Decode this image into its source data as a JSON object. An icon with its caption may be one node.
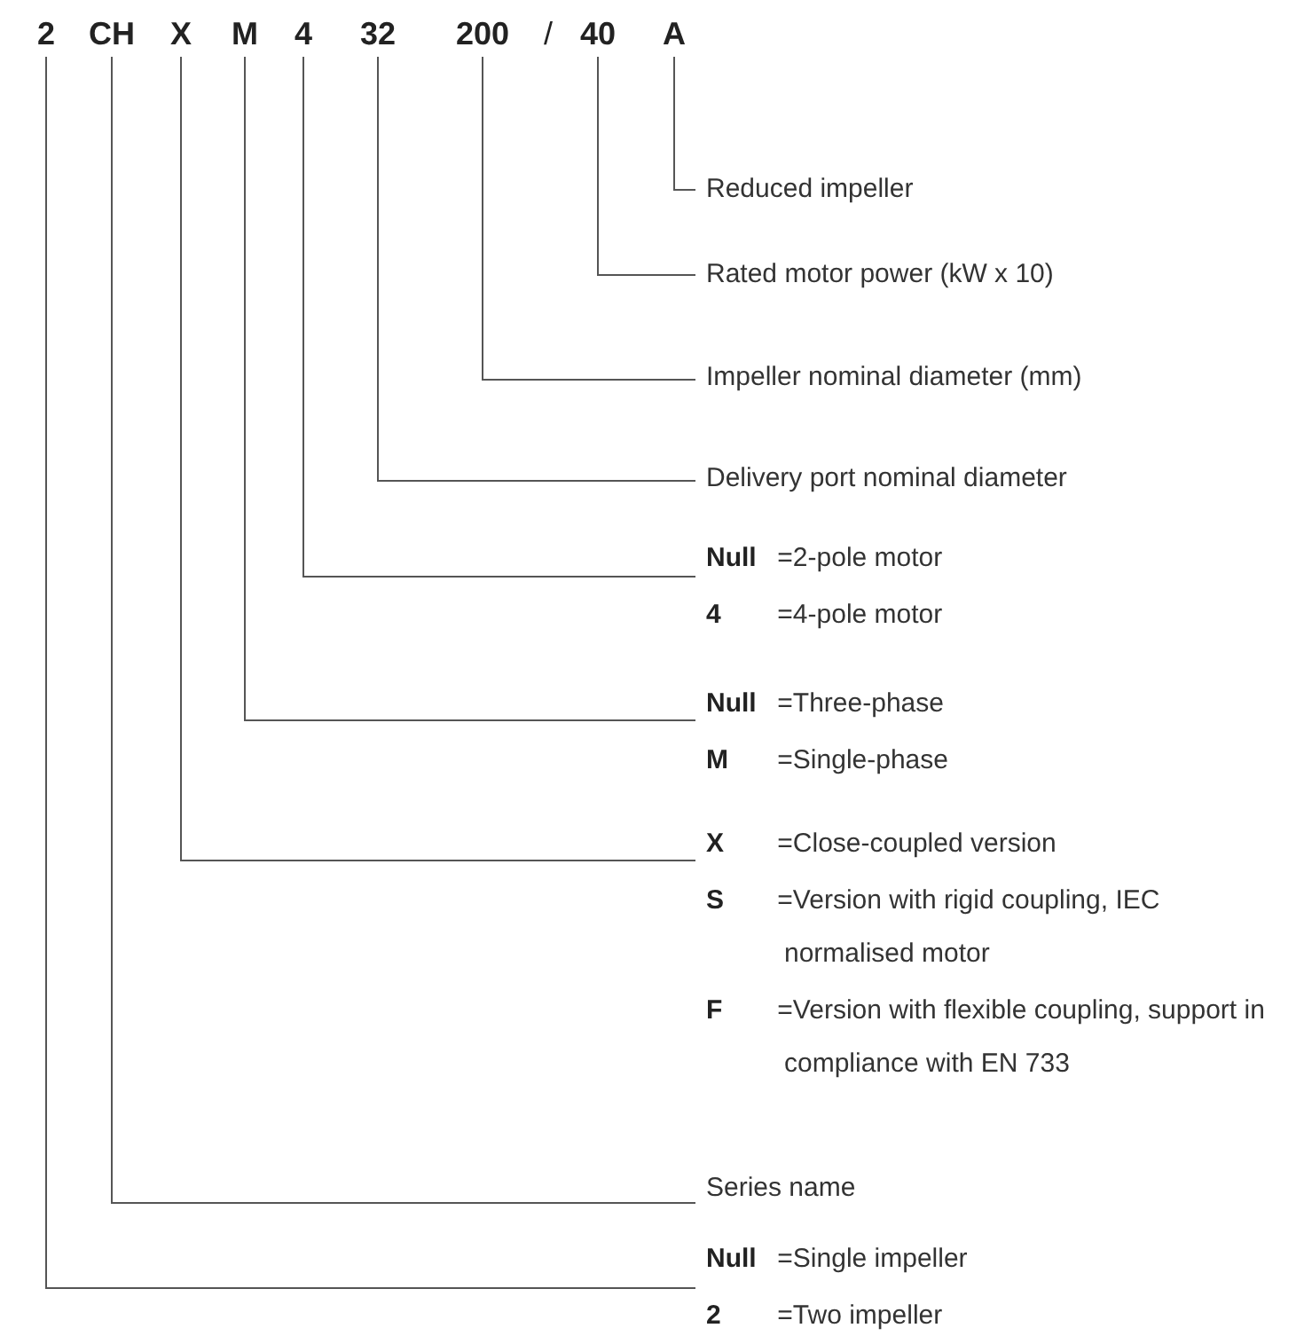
{
  "diagram": {
    "nodes": [
      {
        "text": [
          "2"
        ]
      },
      {
        "text": [
          "CH"
        ]
      },
      {
        "text": [
          "X"
        ]
      },
      {
        "text": [
          "M"
        ]
      },
      {
        "text": [
          "4"
        ]
      },
      {
        "text": [
          "32"
        ]
      },
      {
        "text": [
          "200"
        ]
      },
      {
        "text": [
          "40"
        ]
      },
      {
        "text": [
          "A"
        ]
      },
      {
        "text": [
          "Reduced impeller"
        ]
      },
      {
        "text": [
          "Rated motor power (kW x 10)"
        ]
      },
      {
        "text": [
          "Impeller nominal diameter (mm)"
        ]
      },
      {
        "text": [
          "Delivery port nominal diameter"
        ]
      },
      {
        "text": [
          "**Null** =2-pole motor",
          "**4** =4-pole motor"
        ]
      },
      {
        "text": [
          "**Null** =Three-phase",
          "**M** =Single-phase"
        ]
      },
      {
        "text": [
          "**X** =Close-coupled version",
          "**S** =Version with rigid coupling, IEC normalised motor",
          "**F** =Version with flexible coupling, support in compliance with EN 733"
        ]
      },
      {
        "text": [
          "Series name"
        ]
      },
      {
        "text": [
          "**Null** =Single impeller",
          "**2** =Two impeller"
        ]
      }
    ],
    "edges": [
      {
        "from": 8,
        "to": 9,
        "arrow": "none"
      },
      {
        "from": 7,
        "to": 10,
        "arrow": "none"
      },
      {
        "from": 6,
        "to": 11,
        "arrow": "none"
      },
      {
        "from": 5,
        "to": 12,
        "arrow": "none"
      },
      {
        "from": 4,
        "to": 13,
        "arrow": "none"
      },
      {
        "from": 3,
        "to": 14,
        "arrow": "none"
      },
      {
        "from": 2,
        "to": 15,
        "arrow": "none"
      },
      {
        "from": 1,
        "to": 16,
        "arrow": "none"
      },
      {
        "from": 0,
        "to": 17,
        "arrow": "none"
      }
    ],
    "labels": [
      "/"
    ]
  }
}
